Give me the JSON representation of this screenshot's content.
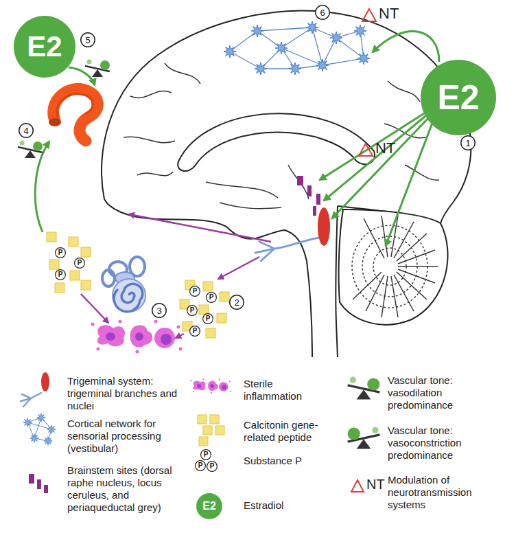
{
  "diagram": {
    "nodes": [
      {
        "text": [
          "6"
        ]
      },
      {
        "text": [
          "E2"
        ]
      },
      {
        "text": [
          "5"
        ]
      },
      {
        "text": [
          "E2"
        ]
      },
      {
        "text": [
          "1"
        ]
      },
      {
        "text": [
          "4"
        ]
      },
      {
        "text": [
          "P"
        ]
      },
      {
        "text": [
          "P"
        ]
      },
      {
        "text": [
          "P"
        ]
      },
      {
        "text": [
          "P"
        ]
      },
      {
        "text": [
          "P"
        ]
      },
      {
        "text": [
          "P"
        ]
      },
      {
        "text": [
          "P"
        ]
      },
      {
        "text": [
          "P"
        ]
      },
      {
        "text": [
          "2"
        ]
      },
      {
        "text": [
          "3"
        ]
      },
      {
        "text": [
          "E2"
        ]
      },
      {
        "text": [
          "P"
        ]
      },
      {
        "text": [
          "P"
        ]
      },
      {
        "text": [
          "P"
        ]
      }
    ],
    "labels": [
      "NT",
      "NT",
      "NT"
    ],
    "legend": [
      {
        "text": "Trigeminal system: trigeminal branches and nuclei"
      },
      {
        "text": "Cortical network for sensorial processing (vestibular)"
      },
      {
        "text": "Brainstem sites (dorsal raphe nucleus, locus ceruleus, and periaqueductal grey)"
      },
      {
        "text": "Sterile inflammation"
      },
      {
        "text": "Calcitonin gene-related peptide"
      },
      {
        "text": "Substance P"
      },
      {
        "text": "Estradiol"
      },
      {
        "text": "Vascular tone: vasodilation predominance"
      },
      {
        "text": "Vascular tone: vasoconstriction predominance"
      },
      {
        "text": "Modulation of neurotransmission systems"
      }
    ]
  }
}
